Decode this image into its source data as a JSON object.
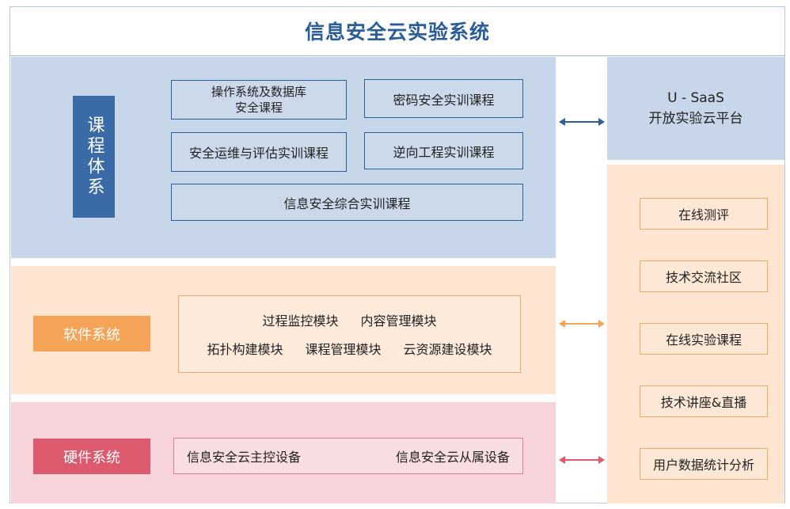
{
  "title": "信息安全云实验系统",
  "course": {
    "label": "课程体系",
    "items": [
      "操作系统及数据库\n安全课程",
      "密码安全实训课程",
      "安全运维与评估实训课程",
      "逆向工程实训课程",
      "信息安全综合实训课程"
    ]
  },
  "software": {
    "label": "软件系统",
    "row1": [
      "过程监控模块",
      "内容管理模块"
    ],
    "row2": [
      "拓扑构建模块",
      "课程管理模块",
      "云资源建设模块"
    ]
  },
  "hardware": {
    "label": "硬件系统",
    "items": [
      "信息安全云主控设备",
      "信息安全云从属设备"
    ]
  },
  "platform": {
    "line1": "U - SaaS",
    "line2": "开放实验云平台"
  },
  "services": [
    "在线测评",
    "技术交流社区",
    "在线实验课程",
    "技术讲座&直播",
    "用户数据统计分析"
  ],
  "colors": {
    "title": "#2b5d9a",
    "course_panel": "#c7d6e8",
    "software_panel": "#fde5d1",
    "hardware_panel": "#f6d4d9",
    "arrow_blue": "#2f5f99",
    "arrow_orange": "#f5a457",
    "arrow_red": "#dd5a6e"
  }
}
